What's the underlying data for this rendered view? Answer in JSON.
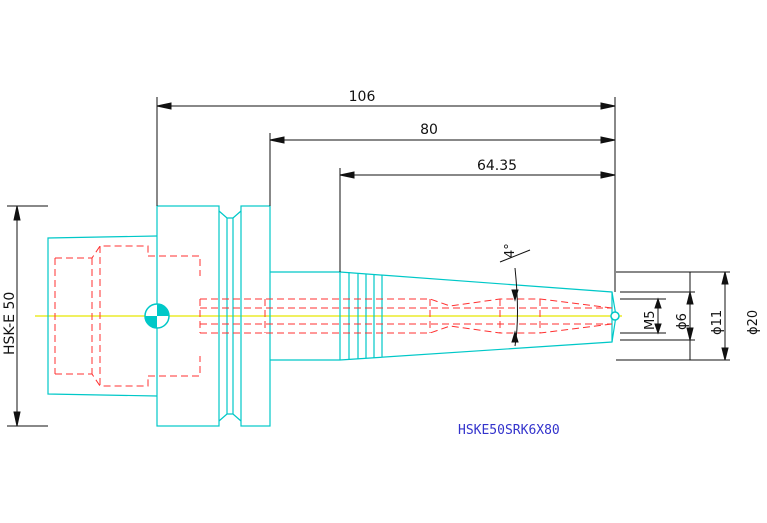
{
  "drawing": {
    "part_name": "HSKE50SRK6X80",
    "taper_label": "HSK-E 50",
    "dims": {
      "overall_length": "106",
      "gauge_length": "80",
      "nose_length": "64.35",
      "taper_angle": "4°",
      "thread": "M5",
      "bore": "ϕ6",
      "nose_dia": "ϕ11",
      "body_dia": "ϕ20"
    },
    "colors": {
      "outline": "#00cccc",
      "hidden": "#ff0000",
      "centerline": "#ffff00",
      "dimension": "#000000",
      "label": "#3333cc"
    }
  }
}
